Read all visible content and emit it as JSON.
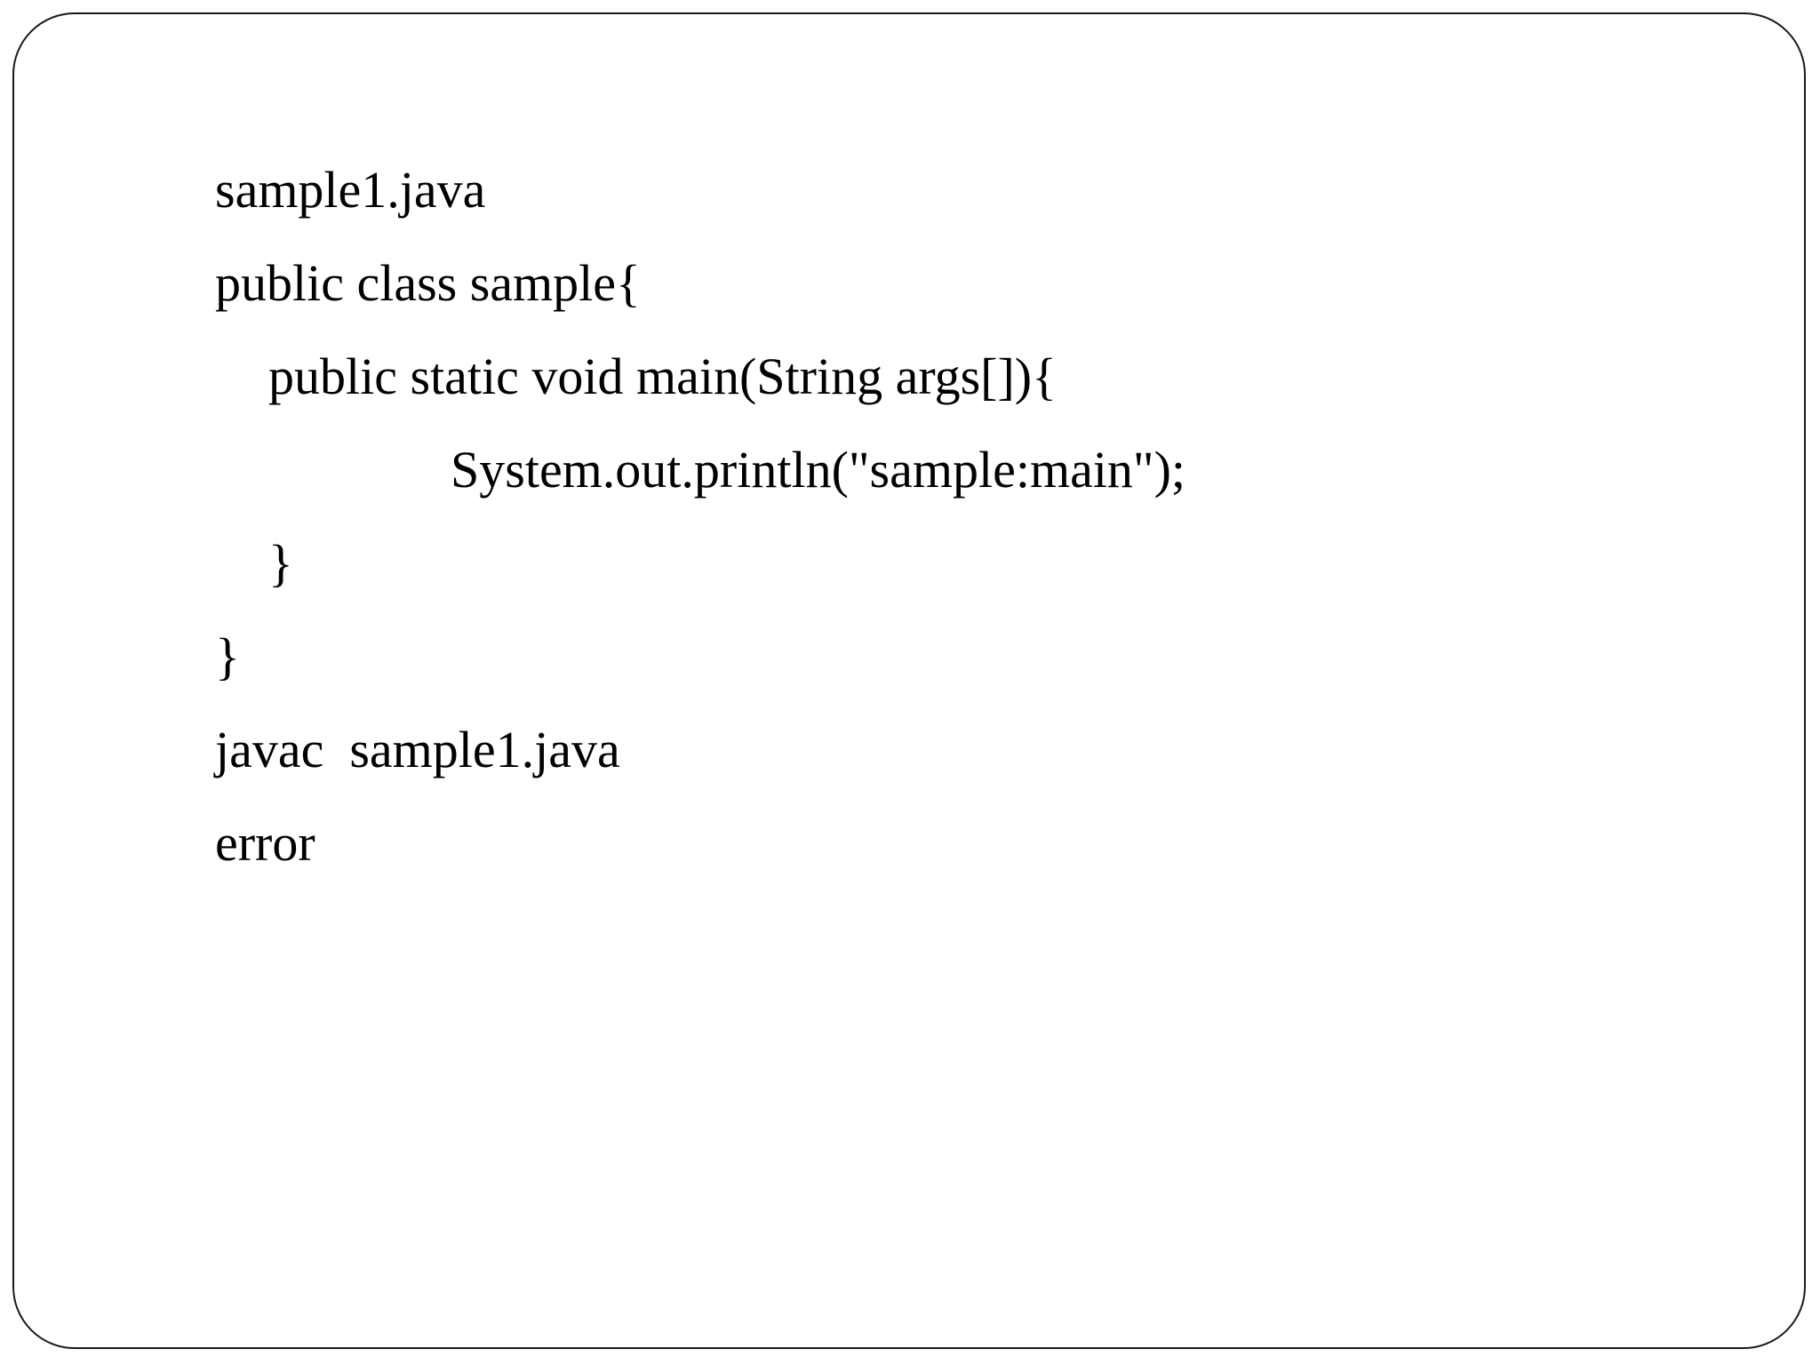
{
  "slide": {
    "lines": [
      {
        "text": "sample1.java",
        "indent": 0
      },
      {
        "text": "public class sample{",
        "indent": 0
      },
      {
        "text": "public static void main(String args[]){",
        "indent": 1
      },
      {
        "text": "System.out.println(\"sample:main\");",
        "indent": 2
      },
      {
        "text": "}",
        "indent": 1
      },
      {
        "text": "}",
        "indent": 0
      },
      {
        "text": "javac  sample1.java",
        "indent": 0
      },
      {
        "text": "error",
        "indent": 0
      }
    ]
  }
}
